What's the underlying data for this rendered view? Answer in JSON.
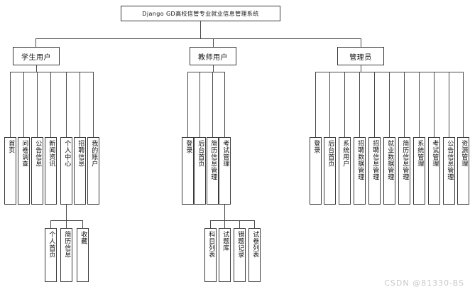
{
  "diagram": {
    "type": "tree-hierarchy",
    "title": "Django GD高校信管专业就业信息管理系统",
    "watermark": "CSDN @81330-BS",
    "root": {
      "label": "Django GD高校信管专业就业信息管理系统"
    },
    "branches": [
      {
        "id": "student",
        "label": "学生用户",
        "children": [
          {
            "label": "首页"
          },
          {
            "label": "问卷调查"
          },
          {
            "label": "公告信息"
          },
          {
            "label": "新闻资讯"
          },
          {
            "label": "个人中心",
            "children": [
              {
                "label": "个人首页"
              },
              {
                "label": "简历信息"
              },
              {
                "label": "收藏"
              }
            ]
          },
          {
            "label": "招聘信息"
          },
          {
            "label": "我的账户"
          }
        ]
      },
      {
        "id": "teacher",
        "label": "教师用户",
        "children": [
          {
            "label": "登录"
          },
          {
            "label": "后台首页"
          },
          {
            "label": "简历信息管理"
          },
          {
            "label": "考试管理",
            "children": [
              {
                "label": "科目列表"
              },
              {
                "label": "试题库"
              },
              {
                "label": "错题记录"
              },
              {
                "label": "试卷列表"
              }
            ]
          }
        ]
      },
      {
        "id": "admin",
        "label": "管理员",
        "children": [
          {
            "label": "登录"
          },
          {
            "label": "后台首页"
          },
          {
            "label": "系统用户"
          },
          {
            "label": "招聘数据管理"
          },
          {
            "label": "招聘信息管理"
          },
          {
            "label": "就业数据管理"
          },
          {
            "label": "简历信息管理"
          },
          {
            "label": "系统管理"
          },
          {
            "label": "考试管理"
          },
          {
            "label": "公告信息管理"
          },
          {
            "label": "资源管理"
          }
        ]
      }
    ],
    "colors": {
      "line": "#4a4a4a",
      "border": "#3a3a3a",
      "background": "#ffffff",
      "text": "#111111",
      "watermark": "#c9c9c9"
    }
  }
}
